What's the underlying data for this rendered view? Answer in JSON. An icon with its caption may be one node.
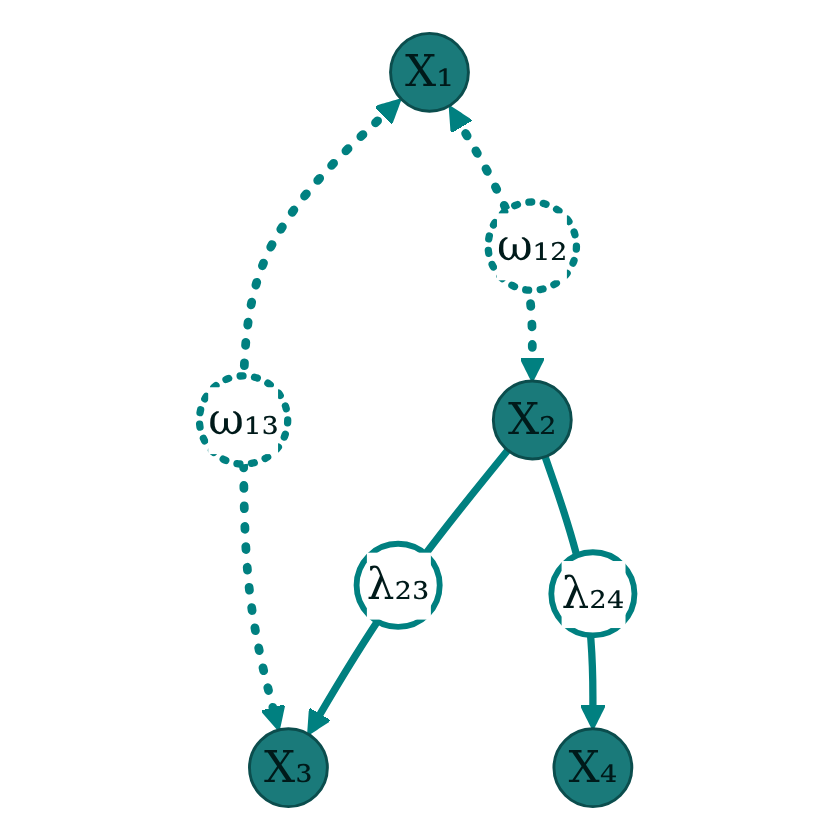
{
  "diagram": {
    "nodes": [
      {
        "text": [
          "X₁"
        ]
      },
      {
        "text": [
          "X₂"
        ]
      },
      {
        "text": [
          "X₃"
        ]
      },
      {
        "text": [
          "X₄"
        ]
      }
    ],
    "edges": [
      {
        "from": 0,
        "to": 1,
        "arrow": "both",
        "label": "ω₁₂",
        "style": "dashed"
      },
      {
        "from": 0,
        "to": 2,
        "arrow": "both",
        "label": "ω₁₃",
        "style": "dashed"
      },
      {
        "from": 1,
        "to": 2,
        "arrow": "to",
        "label": "λ₂₃"
      },
      {
        "from": 1,
        "to": 3,
        "arrow": "to",
        "label": "λ₂₄"
      }
    ]
  }
}
